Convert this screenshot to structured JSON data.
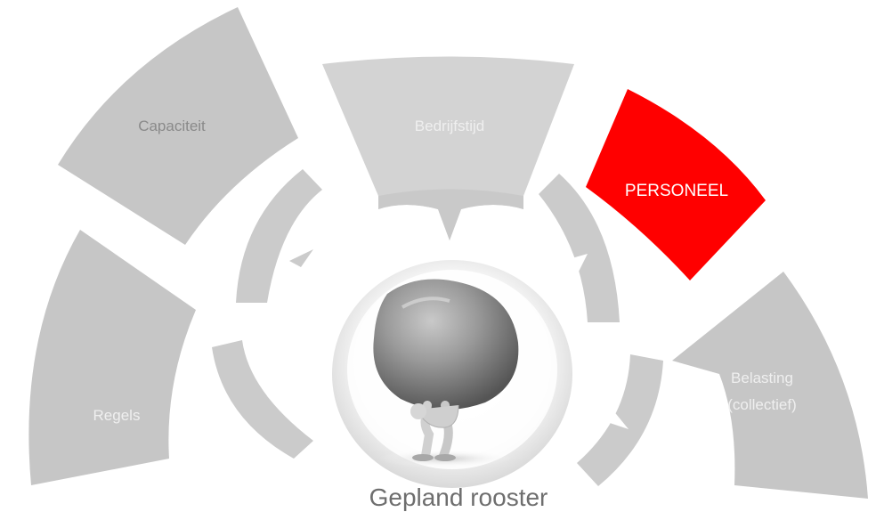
{
  "segments": {
    "capaciteit": {
      "label": "Capaciteit"
    },
    "bedrijfstijd": {
      "label": "Bedrijfstijd"
    },
    "personeel": {
      "label": "PERSONEEL"
    },
    "regels": {
      "label": "Regels"
    },
    "belasting": {
      "line1": "Belasting",
      "line2": "(collectief)"
    }
  },
  "center": {
    "label": "Gepland rooster",
    "illustration": "person-carrying-boulder-icon"
  },
  "colors": {
    "segment_gray": "#c6c6c6",
    "inner_arc_gray": "#cbcbcb",
    "highlight": "#ff0000",
    "label_gray_dark": "#8a8a8a",
    "label_light": "#efefef",
    "center_label": "#6e6e6e"
  }
}
